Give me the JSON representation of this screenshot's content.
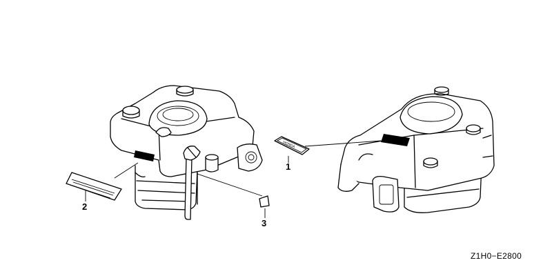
{
  "callouts": [
    {
      "number": "1",
      "part": "honda-emblem-label"
    },
    {
      "number": "2",
      "part": "caution-label"
    },
    {
      "number": "3",
      "part": "small-label"
    }
  ],
  "emblem_text": "HONDA",
  "diagram_code": "Z1H0−E2800"
}
